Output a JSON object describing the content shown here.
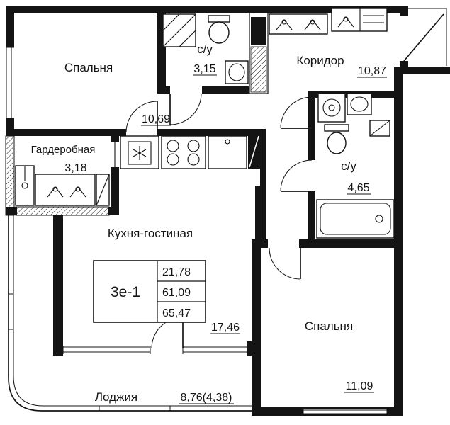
{
  "rooms": {
    "bedroom1": {
      "name": "Спальня",
      "area": "10,69"
    },
    "bath1": {
      "name": "с/у",
      "area": "3,15"
    },
    "corridor": {
      "name": "Коридор",
      "area": "10,87"
    },
    "wardrobe": {
      "name": "Гардеробная",
      "area": "3,18"
    },
    "bath2": {
      "name": "с/у",
      "area": "4,65"
    },
    "kitchen": {
      "name": "Кухня-гостиная",
      "area": "17,46"
    },
    "bedroom2": {
      "name": "Спальня",
      "area": "11,09"
    },
    "loggia": {
      "name": "Лоджия",
      "area": "8,76(4,38)"
    }
  },
  "stamp": {
    "unit": "3е-1",
    "rows": [
      "21,78",
      "61,09",
      "65,47"
    ]
  },
  "colors": {
    "line": "#141414",
    "background": "#ffffff"
  }
}
